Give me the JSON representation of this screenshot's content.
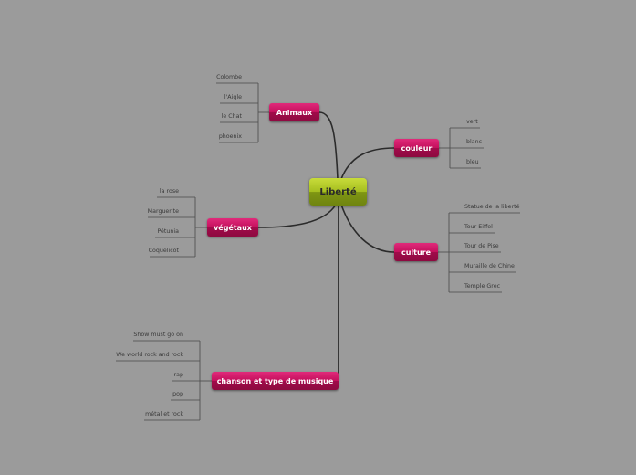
{
  "central": {
    "label": "Liberté"
  },
  "branches": {
    "animaux": {
      "label": "Animaux",
      "items": [
        "Colombe",
        "l'Aigle",
        "le Chat",
        "phoenix"
      ]
    },
    "vegetaux": {
      "label": "végétaux",
      "items": [
        "la rose",
        "Marguerite",
        "Pétunia",
        "Coquelicot"
      ]
    },
    "musique": {
      "label": "chanson et type de musique",
      "items": [
        "Show must go on",
        "We world rock and rock",
        "rap",
        "pop",
        "métal et rock"
      ]
    },
    "couleur": {
      "label": "couleur",
      "items": [
        "vert",
        "blanc",
        "bleu"
      ]
    },
    "culture": {
      "label": "culture",
      "items": [
        "Statue de la liberté",
        "Tour Eiffel",
        "Tour de Pise",
        "Muraille de Chine",
        "Temple Grec"
      ]
    }
  },
  "colors": {
    "background": "#9b9b9b",
    "branch": "#c4105c",
    "central": "#a5be1f",
    "connector": "#2b2b2b",
    "leaf_line": "#4a4a4a"
  }
}
